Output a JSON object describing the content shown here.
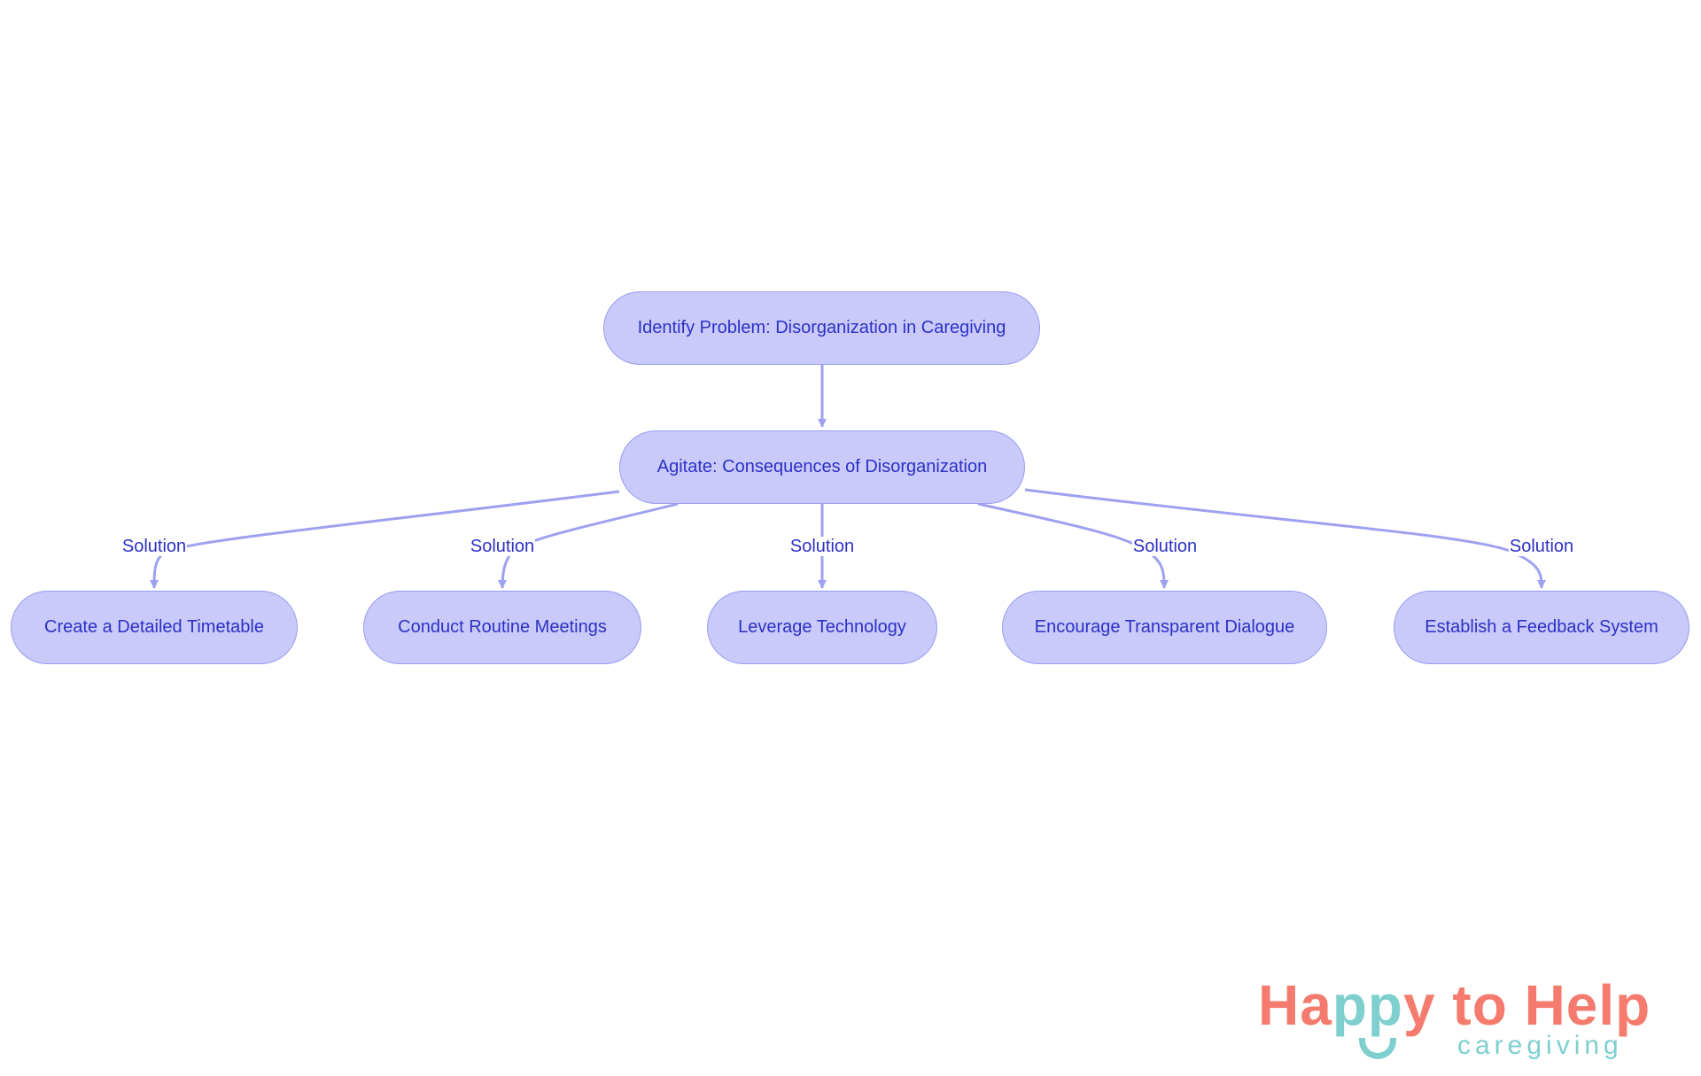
{
  "diagram": {
    "colors": {
      "node_fill": "#c9cafa",
      "node_stroke": "#9a9df0",
      "text": "#2c31c4",
      "edge": "#9ea1f0"
    },
    "nodes": {
      "problem": {
        "label": "Identify Problem: Disorganization in Caregiving"
      },
      "agitate": {
        "label": "Agitate: Consequences of Disorganization"
      },
      "solutions": [
        {
          "label": "Create a Detailed Timetable"
        },
        {
          "label": "Conduct Routine Meetings"
        },
        {
          "label": "Leverage Technology"
        },
        {
          "label": "Encourage Transparent Dialogue"
        },
        {
          "label": "Establish a Feedback System"
        }
      ]
    },
    "edges": [
      {
        "from": "problem",
        "to": "agitate",
        "label": ""
      },
      {
        "from": "agitate",
        "to": "solutions.0",
        "label": "Solution"
      },
      {
        "from": "agitate",
        "to": "solutions.1",
        "label": "Solution"
      },
      {
        "from": "agitate",
        "to": "solutions.2",
        "label": "Solution"
      },
      {
        "from": "agitate",
        "to": "solutions.3",
        "label": "Solution"
      },
      {
        "from": "agitate",
        "to": "solutions.4",
        "label": "Solution"
      }
    ]
  },
  "logo": {
    "part_ha": "Ha",
    "part_pp": "pp",
    "part_rest": "y to Help",
    "subtitle": "caregiving",
    "colors": {
      "coral": "#f47b6d",
      "teal": "#7fcfcf"
    }
  }
}
